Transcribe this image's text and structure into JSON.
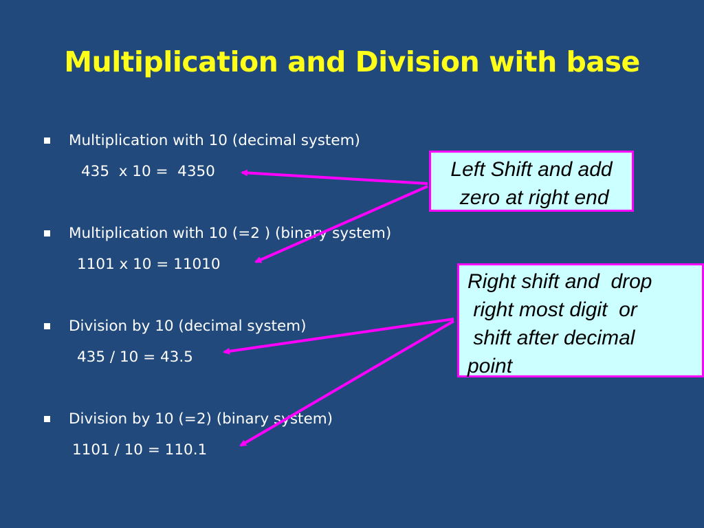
{
  "slide": {
    "title": "Multiplication and Division with base",
    "colors": {
      "background": "#21497B",
      "title": "#FFFF1A",
      "text": "#FFFFFF",
      "callout_fill": "#CCFFFF",
      "callout_border": "#FF00FF",
      "arrow": "#FF00FF"
    },
    "bullets": [
      {
        "text": "Multiplication with 10  (decimal system)",
        "example": "435  x 10 =  4350"
      },
      {
        "text": "Multiplication with  10 (=2 ) (binary system)",
        "example": "1101 x 10 = 11010"
      },
      {
        "text": "Division by 10 (decimal system)",
        "example": "435 / 10 = 43.5"
      },
      {
        "text": "Division by 10 (=2) (binary system)",
        "example": "1101 / 10 = 110.1"
      }
    ],
    "callouts": [
      {
        "text": "Left Shift and add\n zero at right end"
      },
      {
        "text": "Right shift and  drop\n right most digit  or\n shift after decimal\npoint"
      }
    ]
  }
}
